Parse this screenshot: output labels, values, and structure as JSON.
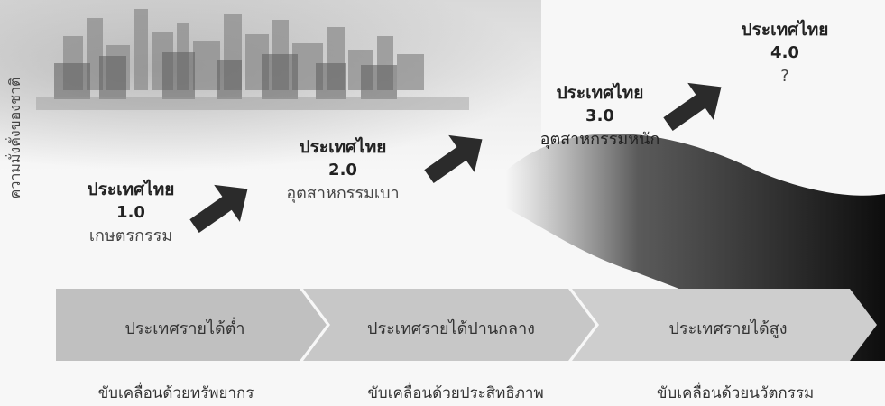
{
  "y_axis_label": "ความมั่งคั่งของชาติ",
  "stages": [
    {
      "name": "ประเทศไทย",
      "version": "1.0",
      "description": "เกษตรกรรม"
    },
    {
      "name": "ประเทศไทย",
      "version": "2.0",
      "description": "อุตสาหกรรมเบา"
    },
    {
      "name": "ประเทศไทย",
      "version": "3.0",
      "description": "อุตสาหกรรมหนัก"
    },
    {
      "name": "ประเทศไทย",
      "version": "4.0",
      "description": "?"
    }
  ],
  "income_levels": [
    "ประเทศรายได้ต่ำ",
    "ประเทศรายได้ปานกลาง",
    "ประเทศรายได้สูง"
  ],
  "drivers": [
    "ขับเคลื่อนด้วยทรัพยากร",
    "ขับเคลื่อนด้วยประสิทธิภาพ",
    "ขับเคลื่อนด้วยนวัตกรรม"
  ],
  "colors": {
    "band": "#bdbdbd",
    "arrow": "#2b2b2b",
    "wave": "#111111"
  }
}
